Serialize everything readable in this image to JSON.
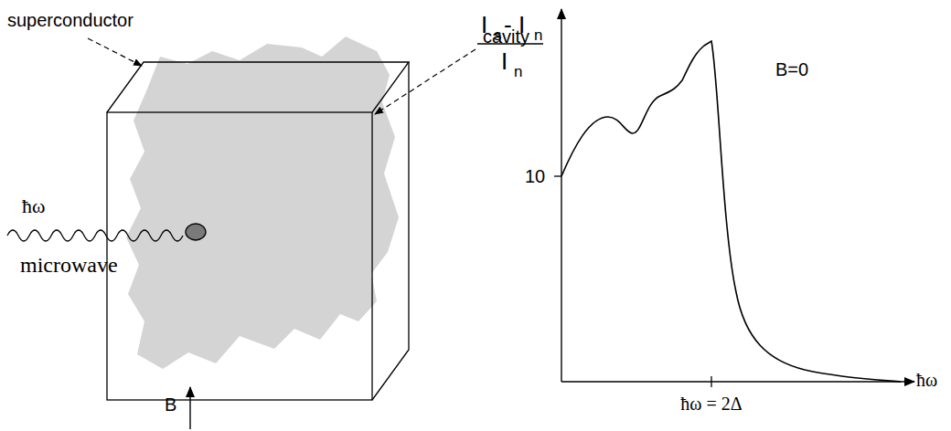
{
  "diagram": {
    "labels": [
      "superconductor",
      "cavity",
      "ħω",
      "microwave",
      "B",
      "I",
      "s",
      "- I",
      "n",
      "I",
      "n",
      "10",
      "B=0",
      "ħω = 2Δ",
      "ħω"
    ]
  }
}
